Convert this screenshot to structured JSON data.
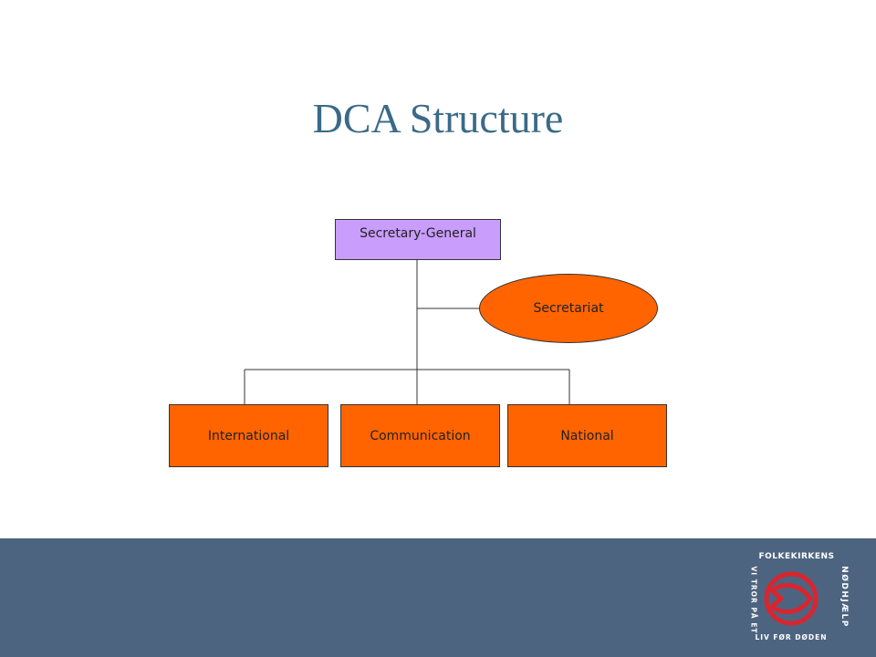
{
  "slide": {
    "title": "DCA Structure"
  },
  "org_chart": {
    "top": {
      "label": "Secretary-General",
      "color": "#c99dfc"
    },
    "side": {
      "label": "Secretariat",
      "shape": "ellipse",
      "color": "#ff6400"
    },
    "children": [
      {
        "label": "International",
        "color": "#ff6400"
      },
      {
        "label": "Communication",
        "color": "#ff6400"
      },
      {
        "label": "National",
        "color": "#ff6400"
      }
    ]
  },
  "footer": {
    "color": "#4d6480",
    "logo": {
      "top_text": "FOLKEKIRKENS",
      "right_text": "NØDHJÆLP",
      "left_text": "VI TROR PÅ ET",
      "bottom_text": "LIV FØR DØDEN",
      "icon": "fish-circle-icon",
      "icon_color": "#d9252f"
    }
  }
}
